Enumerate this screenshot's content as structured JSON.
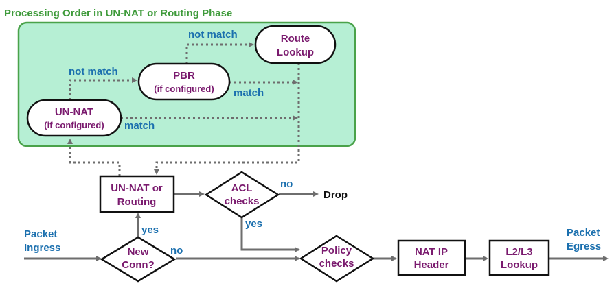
{
  "title": "Processing Order in UN-NAT or Routing Phase",
  "colors": {
    "panel_fill": "#b6efd4",
    "panel_border": "#4aa24a",
    "node_text": "#7a1a6e",
    "edge_label": "#1a6fae",
    "title": "#3e9a3a",
    "arrow": "#6e6e6e"
  },
  "nodes": {
    "route_lookup": [
      "Route",
      "Lookup"
    ],
    "pbr": [
      "PBR",
      "(if configured)"
    ],
    "un_nat": [
      "UN-NAT",
      "(if configured)"
    ],
    "un_nat_routing": [
      "UN-NAT or",
      "Routing"
    ],
    "acl_checks": [
      "ACL",
      "checks"
    ],
    "new_conn": [
      "New",
      "Conn?"
    ],
    "policy_checks": [
      "Policy",
      "checks"
    ],
    "nat_ip_header": [
      "NAT IP",
      "Header"
    ],
    "l2l3_lookup": [
      "L2/L3",
      "Lookup"
    ]
  },
  "labels": {
    "not_match_top": "not match",
    "not_match_pbr": "not match",
    "match_pbr": "match",
    "match_unnat": "match",
    "acl_no": "no",
    "drop": "Drop",
    "acl_yes": "yes",
    "newconn_yes": "yes",
    "newconn_no": "no",
    "packet_ingress": [
      "Packet",
      "Ingress"
    ],
    "packet_egress": [
      "Packet",
      "Egress"
    ]
  }
}
